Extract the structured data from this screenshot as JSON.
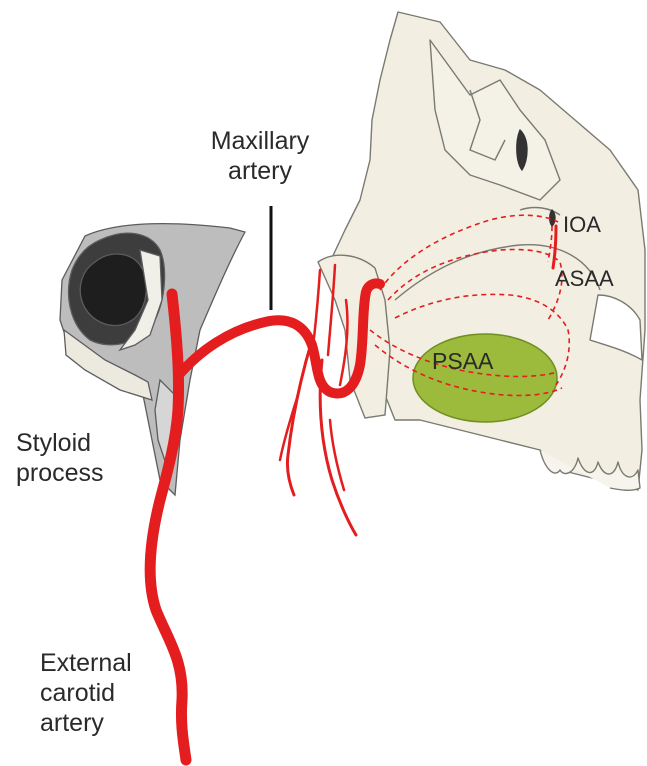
{
  "labels": {
    "maxillary_artery": [
      "Maxillary",
      "artery"
    ],
    "styloid_process": [
      "Styloid",
      "process"
    ],
    "external_carotid_artery": [
      "External",
      "carotid",
      "artery"
    ],
    "ioa": "IOA",
    "asaa": "ASAA",
    "psaa": "PSAA"
  },
  "colors": {
    "artery": "#e41e1e",
    "bone_fill": "#f2efe2",
    "bone_stroke": "#7a7a72",
    "sinus_fill": "#9cba3c",
    "sinus_stroke": "#6f8f22",
    "ear_dark": "#3a3a3a",
    "ear_grey": "#a8a8a8"
  }
}
